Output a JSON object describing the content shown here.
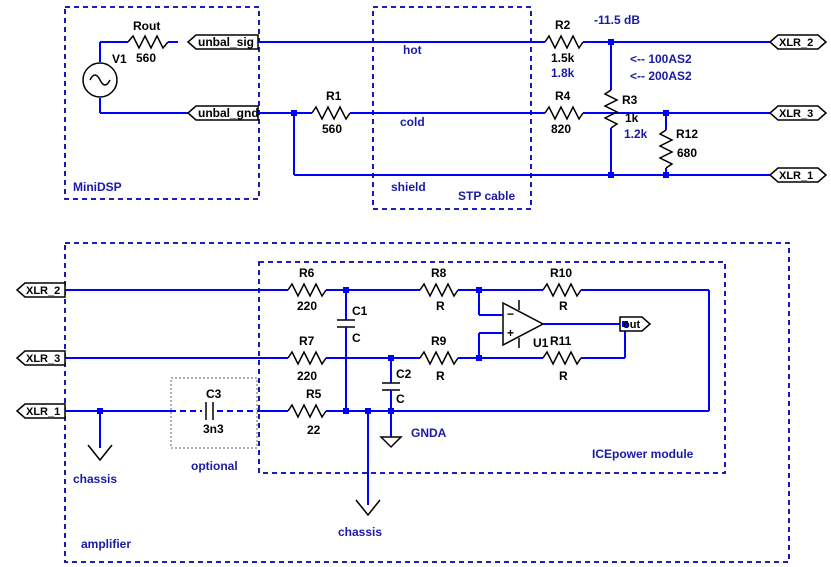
{
  "labels": {
    "rout": "Rout",
    "rout_val": "560",
    "v1": "V1",
    "unbal_sig": "unbal_sig",
    "unbal_gnd": "unbal_gnd",
    "r1": "R1",
    "r1_val": "560",
    "minidsp": "MiniDSP",
    "hot": "hot",
    "cold": "cold",
    "shield": "shield",
    "stp": "STP cable",
    "r2": "R2",
    "r2_val": "1.5k",
    "r2_alt": "1.8k",
    "db": "-11.5 dB",
    "note1": "<-- 100AS2",
    "note2": "<-- 200AS2",
    "r3": "R3",
    "r3_val": "1k",
    "r3_alt": "1.2k",
    "r4": "R4",
    "r4_val": "820",
    "r12": "R12",
    "r12_val": "680",
    "xlr2": "XLR_2",
    "xlr3": "XLR_3",
    "xlr1": "XLR_1",
    "r6": "R6",
    "r6_val": "220",
    "r7": "R7",
    "r7_val": "220",
    "r5": "R5",
    "r5_val": "22",
    "r8": "R8",
    "r8_val": "R",
    "r9": "R9",
    "r9_val": "R",
    "r10": "R10",
    "r10_val": "R",
    "r11": "R11",
    "r11_val": "R",
    "c1": "C1",
    "c1_val": "C",
    "c2": "C2",
    "c2_val": "C",
    "c3": "C3",
    "c3_val": "3n3",
    "u1": "U1",
    "out": "out",
    "gnda": "GNDA",
    "chassis": "chassis",
    "optional": "optional",
    "icepower": "ICEpower module",
    "amplifier": "amplifier"
  }
}
